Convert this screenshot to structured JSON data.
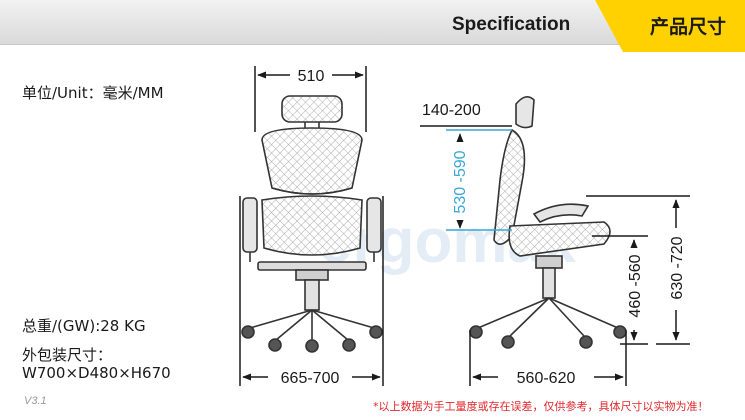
{
  "header": {
    "spec_title": "Specification",
    "tab_label": "产品尺寸",
    "tab_color": "#ffd100"
  },
  "info": {
    "unit": "单位/Unit：毫米/MM",
    "weight": "总重/(GW):28 KG",
    "package_label": "外包装尺寸：",
    "package_size": "W700×D480×H670"
  },
  "front_view": {
    "top_width": "510",
    "base_width": "665-700"
  },
  "side_view": {
    "headrest": "140-200",
    "back_height": "530 -590",
    "seat_height": "460 -560",
    "arm_height": "630 -720",
    "base_depth": "560-620",
    "accent_color": "#3aa7d6"
  },
  "watermark": "ergomax",
  "footer": {
    "version": "V3.1",
    "note": "*以上数据为手工量度或存在误差，仅供参考，具体尺寸以实物为准！"
  }
}
